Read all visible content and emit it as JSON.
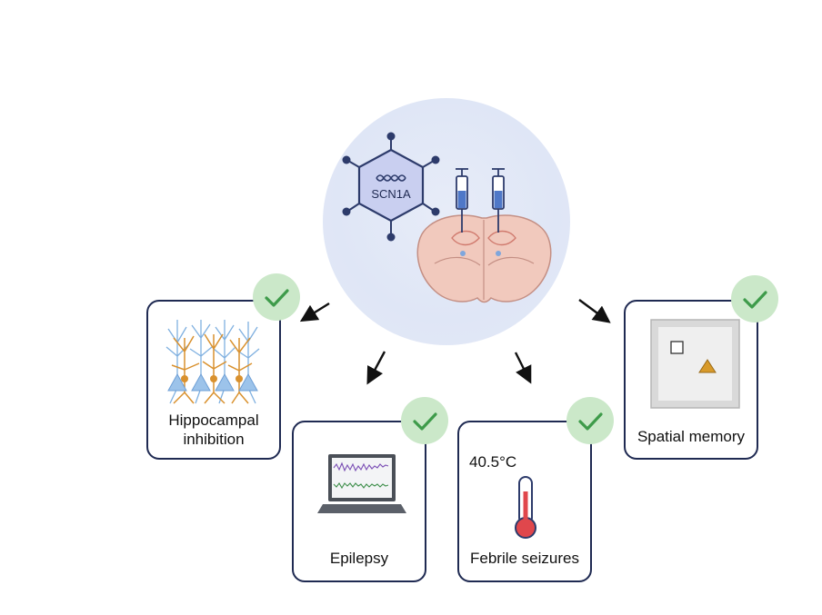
{
  "gene_label": "SCN1A",
  "panels": {
    "hippocampal": {
      "label_line1": "Hippocampal",
      "label_line2": "inhibition"
    },
    "epilepsy": {
      "label": "Epilepsy"
    },
    "febrile": {
      "label": "Febrile seizures",
      "temperature": "40.5°C"
    },
    "spatial": {
      "label": "Spatial memory"
    }
  },
  "colors": {
    "card_border": "#1f2a52",
    "check_bg": "#cbe8c9",
    "check_mark": "#3e9b4a",
    "hub_circle": "#dfe6f6",
    "virus_fill": "#c9cff0",
    "neuron_orange": "#d9912e",
    "neuron_blue": "#7fb0e0",
    "brain_pink": "#f1c9bd"
  },
  "icons": [
    "virus-icon",
    "syringe-icon",
    "brain-icon",
    "neuron-icon",
    "laptop-icon",
    "thermometer-icon",
    "arena-icon",
    "check-icon",
    "arrow-icon"
  ]
}
